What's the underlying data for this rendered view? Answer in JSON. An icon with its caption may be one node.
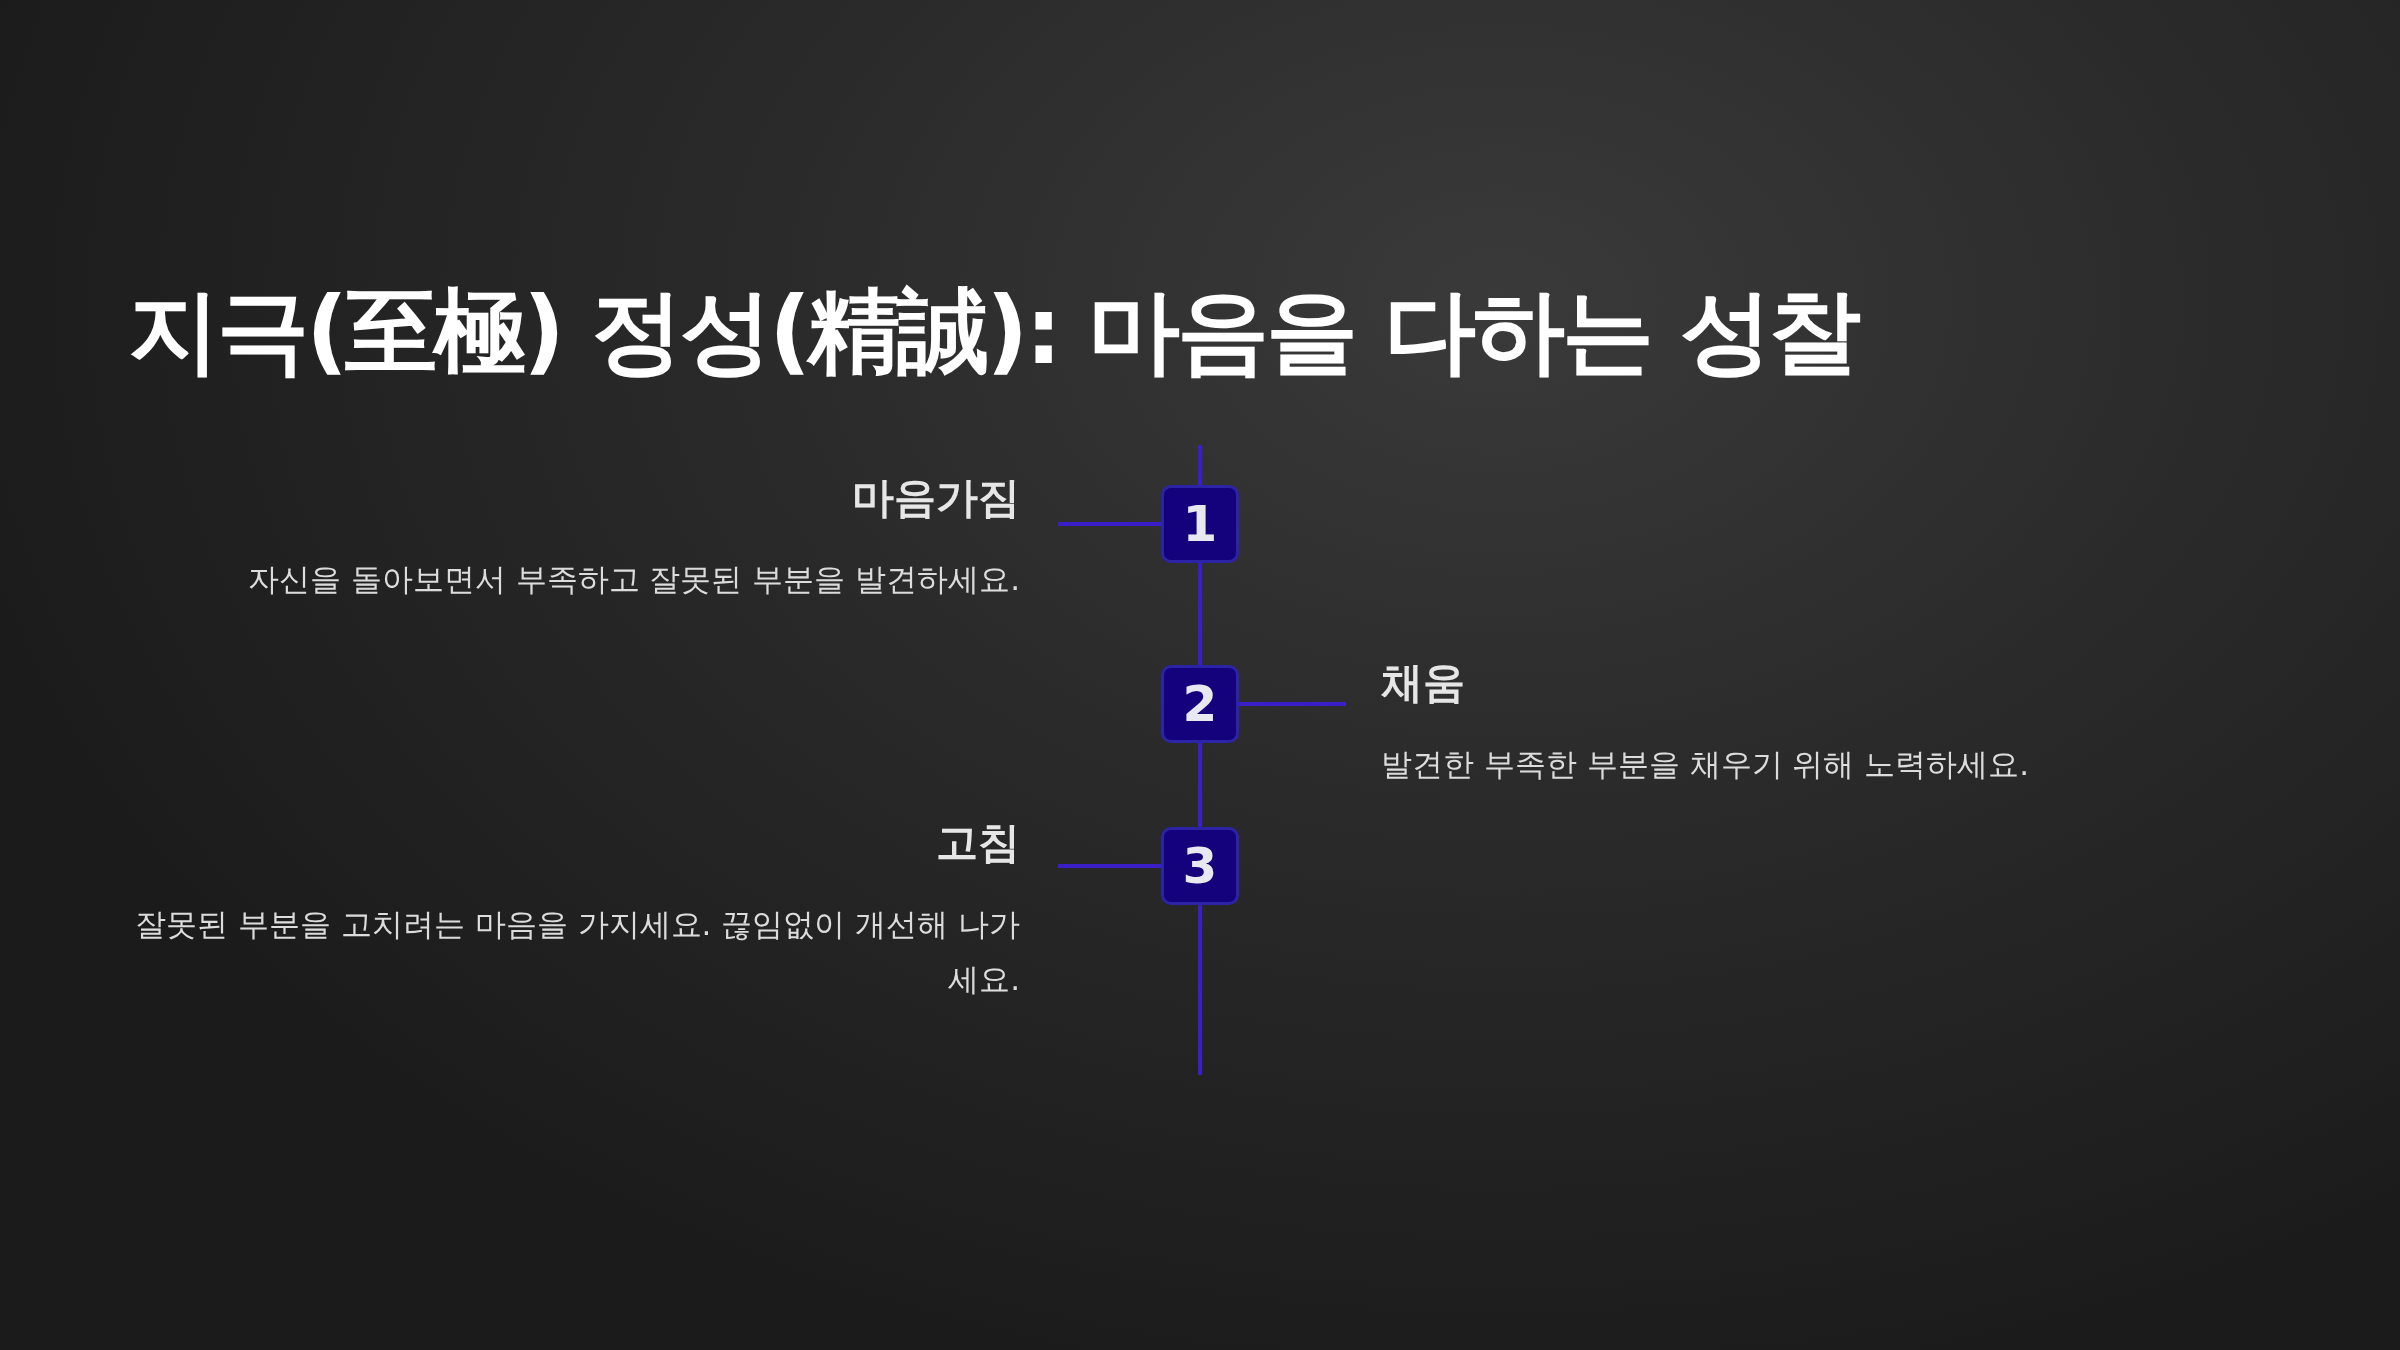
{
  "diagram": {
    "title": "지극(至極) 정성(精誠): 마음을 다하는 성찰",
    "nodes": [
      {
        "text": [
          "마음가짐",
          "자신을 돌아보면서 부족하고 잘못된 부분을 발견하세요."
        ]
      },
      {
        "text": [
          "1"
        ]
      },
      {
        "text": [
          "2"
        ]
      },
      {
        "text": [
          "채움",
          "발견한 부족한 부분을 채우기 위해 노력하세요."
        ]
      },
      {
        "text": [
          "고침",
          "잘못된 부분을 고치려는 마음을 가지세요. 끊임없이 개선해 나가세요."
        ]
      },
      {
        "text": [
          "3"
        ]
      }
    ],
    "edges": [
      {
        "from": 0,
        "to": 1,
        "arrow": "none"
      },
      {
        "from": 1,
        "to": 2,
        "arrow": "none"
      },
      {
        "from": 2,
        "to": 3,
        "arrow": "none"
      },
      {
        "from": 4,
        "to": 5,
        "arrow": "none"
      },
      {
        "from": 2,
        "to": 5,
        "arrow": "none"
      }
    ]
  }
}
